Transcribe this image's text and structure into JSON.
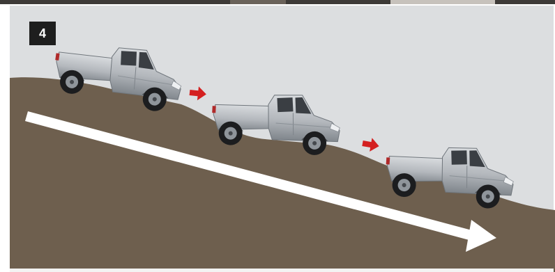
{
  "step_number": "4",
  "colors": {
    "sky": "#dcdee0",
    "ground": "#6e5f4e",
    "direction_arrow": "#ffffff",
    "step_arrows": "#d42020",
    "truck_body": "#b9bdc2",
    "badge_bg": "#1e1e1e"
  },
  "illustration": {
    "trucks": 3,
    "step_arrows": 2,
    "icons": [
      "pickup-truck-icon",
      "red-arrow-icon",
      "direction-arrow-icon"
    ]
  }
}
